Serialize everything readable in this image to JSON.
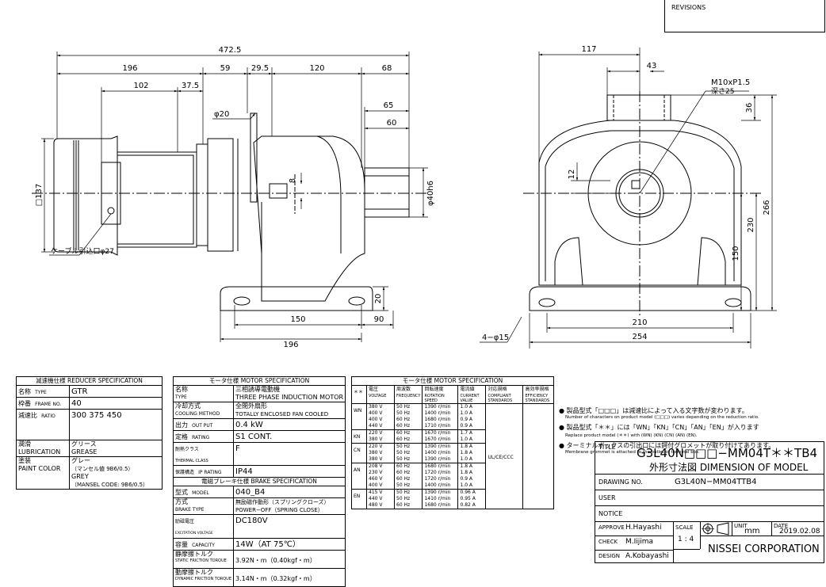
{
  "revisions_label": "REVISIONS",
  "dimensions": {
    "d472_5": "472.5",
    "d196": "196",
    "d102": "102",
    "d37_5": "37.5",
    "d59": "59",
    "d29_5": "29.5",
    "d120": "120",
    "d68": "68",
    "d65": "65",
    "d60": "60",
    "phi20": "φ20",
    "d8": "8",
    "sq137": "□137",
    "phi40h6": "φ40h6",
    "cable": "ケーブル引込口φ27",
    "d150": "150",
    "d90": "90",
    "d20": "20",
    "d196b": "196",
    "d117": "117",
    "d43": "43",
    "m10": "M10xP1.5",
    "depth25": "深さ25",
    "d36": "36",
    "d12": "12",
    "d266": "266",
    "d230": "230",
    "d150b": "150",
    "d210": "210",
    "d254": "254",
    "holes": "4−φ15"
  },
  "reducer": {
    "title": "減速機仕様 REDUCER SPECIFICATION",
    "rows": [
      {
        "jp": "名称",
        "en": "TYPE",
        "value": "GTR"
      },
      {
        "jp": "枠番",
        "en": "FRAME NO.",
        "value": "40"
      },
      {
        "jp": "減速比",
        "en": "RATIO",
        "value": "300 375 450"
      },
      {
        "jp": "潤滑",
        "en": "LUBRICATION",
        "value": "グリース",
        "value2": "GREASE"
      },
      {
        "jp": "塗装",
        "en": "PAINT COLOR",
        "value": "グレー",
        "value2": "（マンセル値 9B6/0.5）",
        "value3": "GREY",
        "value4": "（MANSEL CODE: 9B6/0.5）"
      }
    ]
  },
  "motor": {
    "title": "モータ仕様 MOTOR SPECIFICATION",
    "rows": [
      {
        "jp": "名称",
        "en": "TYPE",
        "value": "三相誘導電動機",
        "value2": "THREE PHASE INDUCTION MOTOR"
      },
      {
        "jp": "冷却方式",
        "en": "COOLING METHOD",
        "value": "全閉外扇形",
        "value2": "TOTALLY ENCLOSED FAN COOLED"
      },
      {
        "jp": "出力",
        "en": "OUT PUT",
        "value": "0.4 kW"
      },
      {
        "jp": "定格",
        "en": "RATING",
        "value": "S1 CONT."
      },
      {
        "jp": "耐熱クラス",
        "en": "THERMAL CLASS",
        "value": "F"
      },
      {
        "jp": "保護構造",
        "en": "IP RATING",
        "value": "IP44"
      }
    ]
  },
  "brake": {
    "title": "電磁ブレーキ仕様 BRAKE SPECIFICATION",
    "rows": [
      {
        "jp": "型式",
        "en": "MODEL",
        "value": "040_B4"
      },
      {
        "jp": "方式",
        "en": "BRAKE TYPE",
        "value": "無励磁作動形（スプリングクローズ）",
        "value2": "POWER−OFF（SPRING CLOSE）"
      },
      {
        "jp": "励磁電圧",
        "en": "EXCITATION VOLTAGE",
        "value": "DC180V"
      },
      {
        "jp": "容量",
        "en": "CAPACITY",
        "value": "14W（AT 75℃）"
      },
      {
        "jp": "静摩擦トルク",
        "en": "STATIC FRICTION TORQUE",
        "value": "3.92N・m（0.40kgf・m）"
      },
      {
        "jp": "動摩擦トルク",
        "en": "DYNAMIC FRICTION TORQUE",
        "value": "3.14N・m（0.32kgf・m）"
      }
    ]
  },
  "motor2": {
    "title": "モータ仕様 MOTOR SPECIFICATION",
    "h_xx": "＊＊",
    "h_voltage_jp": "電圧",
    "h_voltage_en": "VOLTAGE",
    "h_freq_jp": "周波数",
    "h_freq_en": "FREQUENCY",
    "h_speed_jp": "回転速度",
    "h_speed_en1": "ROTATION",
    "h_speed_en2": "SPEED",
    "h_current_jp": "電流値",
    "h_current_en1": "CURRENT",
    "h_current_en2": "VALUE",
    "h_std_jp": "対応規格",
    "h_std_en1": "COMPLIANT",
    "h_std_en2": "STANDARDS",
    "h_eff_jp": "高効率規格",
    "h_eff_en1": "EFFICIENCY",
    "h_eff_en2": "STANDARDS",
    "standards_value": "UL/CE/CCC",
    "groups": [
      {
        "code": "WN",
        "voltage": [
          "380 V",
          "400 V",
          "400 V",
          "440 V"
        ],
        "freq": [
          "50 Hz",
          "50 Hz",
          "60 Hz",
          "60 Hz"
        ],
        "speed": [
          "1390 r/min",
          "1400 r/min",
          "1680 r/min",
          "1710 r/min"
        ],
        "current": [
          "1.0 A",
          "1.0 A",
          "0.9 A",
          "0.9 A"
        ]
      },
      {
        "code": "KN",
        "voltage": [
          "220 V",
          "380 V"
        ],
        "freq": [
          "60 Hz",
          "60 Hz"
        ],
        "speed": [
          "1670 r/min",
          "1670 r/min"
        ],
        "current": [
          "1.7 A",
          "1.0 A"
        ]
      },
      {
        "code": "CN",
        "voltage": [
          "220 V",
          "380 V",
          "380 V"
        ],
        "freq": [
          "50 Hz",
          "50 Hz",
          "50 Hz"
        ],
        "speed": [
          "1390 r/min",
          "1400 r/min",
          "1390 r/min"
        ],
        "current": [
          "1.8 A",
          "1.8 A",
          "1.0 A"
        ]
      },
      {
        "code": "AN",
        "voltage": [
          "208 V",
          "230 V",
          "460 V",
          "400 V"
        ],
        "freq": [
          "60 Hz",
          "60 Hz",
          "60 Hz",
          "50 Hz"
        ],
        "speed": [
          "1680 r/min",
          "1720 r/min",
          "1720 r/min",
          "1400 r/min"
        ],
        "current": [
          "1.8 A",
          "1.8 A",
          "0.9 A",
          "1.0 A"
        ]
      },
      {
        "code": "EN",
        "voltage": [
          "415 V",
          "440 V",
          "480 V"
        ],
        "freq": [
          "50 Hz",
          "50 Hz",
          "60 Hz"
        ],
        "speed": [
          "1390 r/min",
          "1410 r/min",
          "1680 r/min"
        ],
        "current": [
          "0.96 A",
          "0.95 A",
          "0.82 A"
        ]
      }
    ]
  },
  "notes": [
    {
      "jp": "● 製品型式「□□□」は減速比によって入る文字数が変わります。",
      "en": "Number of characters on product model (□□□) varies depending on the reduction ratio."
    },
    {
      "jp": "● 製品型式「＊＊」には「WN」「KN」「CN」「AN」「EN」が入ります",
      "en": "Replace product model (＊＊) with (WN) (KN) (CN) (AN) (EN)."
    },
    {
      "jp": "● ターミナルボックスの引出口には鍔付グロメットが取り付けてあります。",
      "en": "Membrane grommet is attached to the outlet of terminal box."
    }
  ],
  "title_block": {
    "title_label": "TITLE",
    "title_line1": "G3L40N□□□−MM04T＊＊TB4",
    "title_line2": "外形寸法図 DIMENSION OF MODEL",
    "drawing_label": "DRAWING NO.",
    "drawing_no": "G3L40N−MM04TTB4",
    "user_label": "USER",
    "notice_label": "NOTICE",
    "approve_label": "APPROVE",
    "approve_name": "H.Hayashi",
    "check_label": "CHECK",
    "check_name": "M.Iijima",
    "design_label": "DESIGN",
    "design_name": "A.Kobayashi",
    "scale_label": "SCALE",
    "scale_value": "1 : 4",
    "unit_label": "UNIT",
    "unit_value": "mm",
    "date_label": "DATE",
    "date_value": "2019.02.08",
    "company": "NISSEI CORPORATION"
  }
}
